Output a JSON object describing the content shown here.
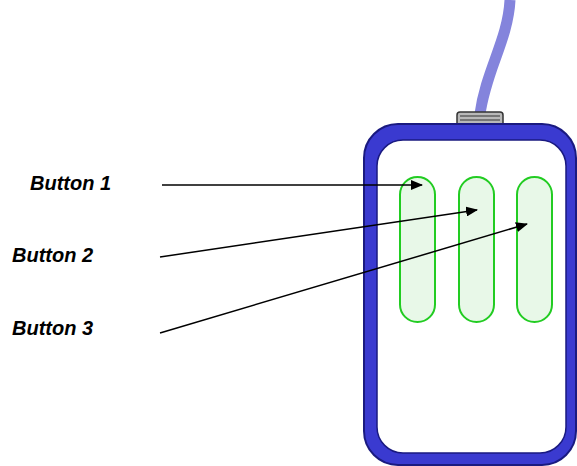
{
  "diagram": {
    "labels": [
      "Button 1",
      "Button 2",
      "Button 3"
    ]
  }
}
